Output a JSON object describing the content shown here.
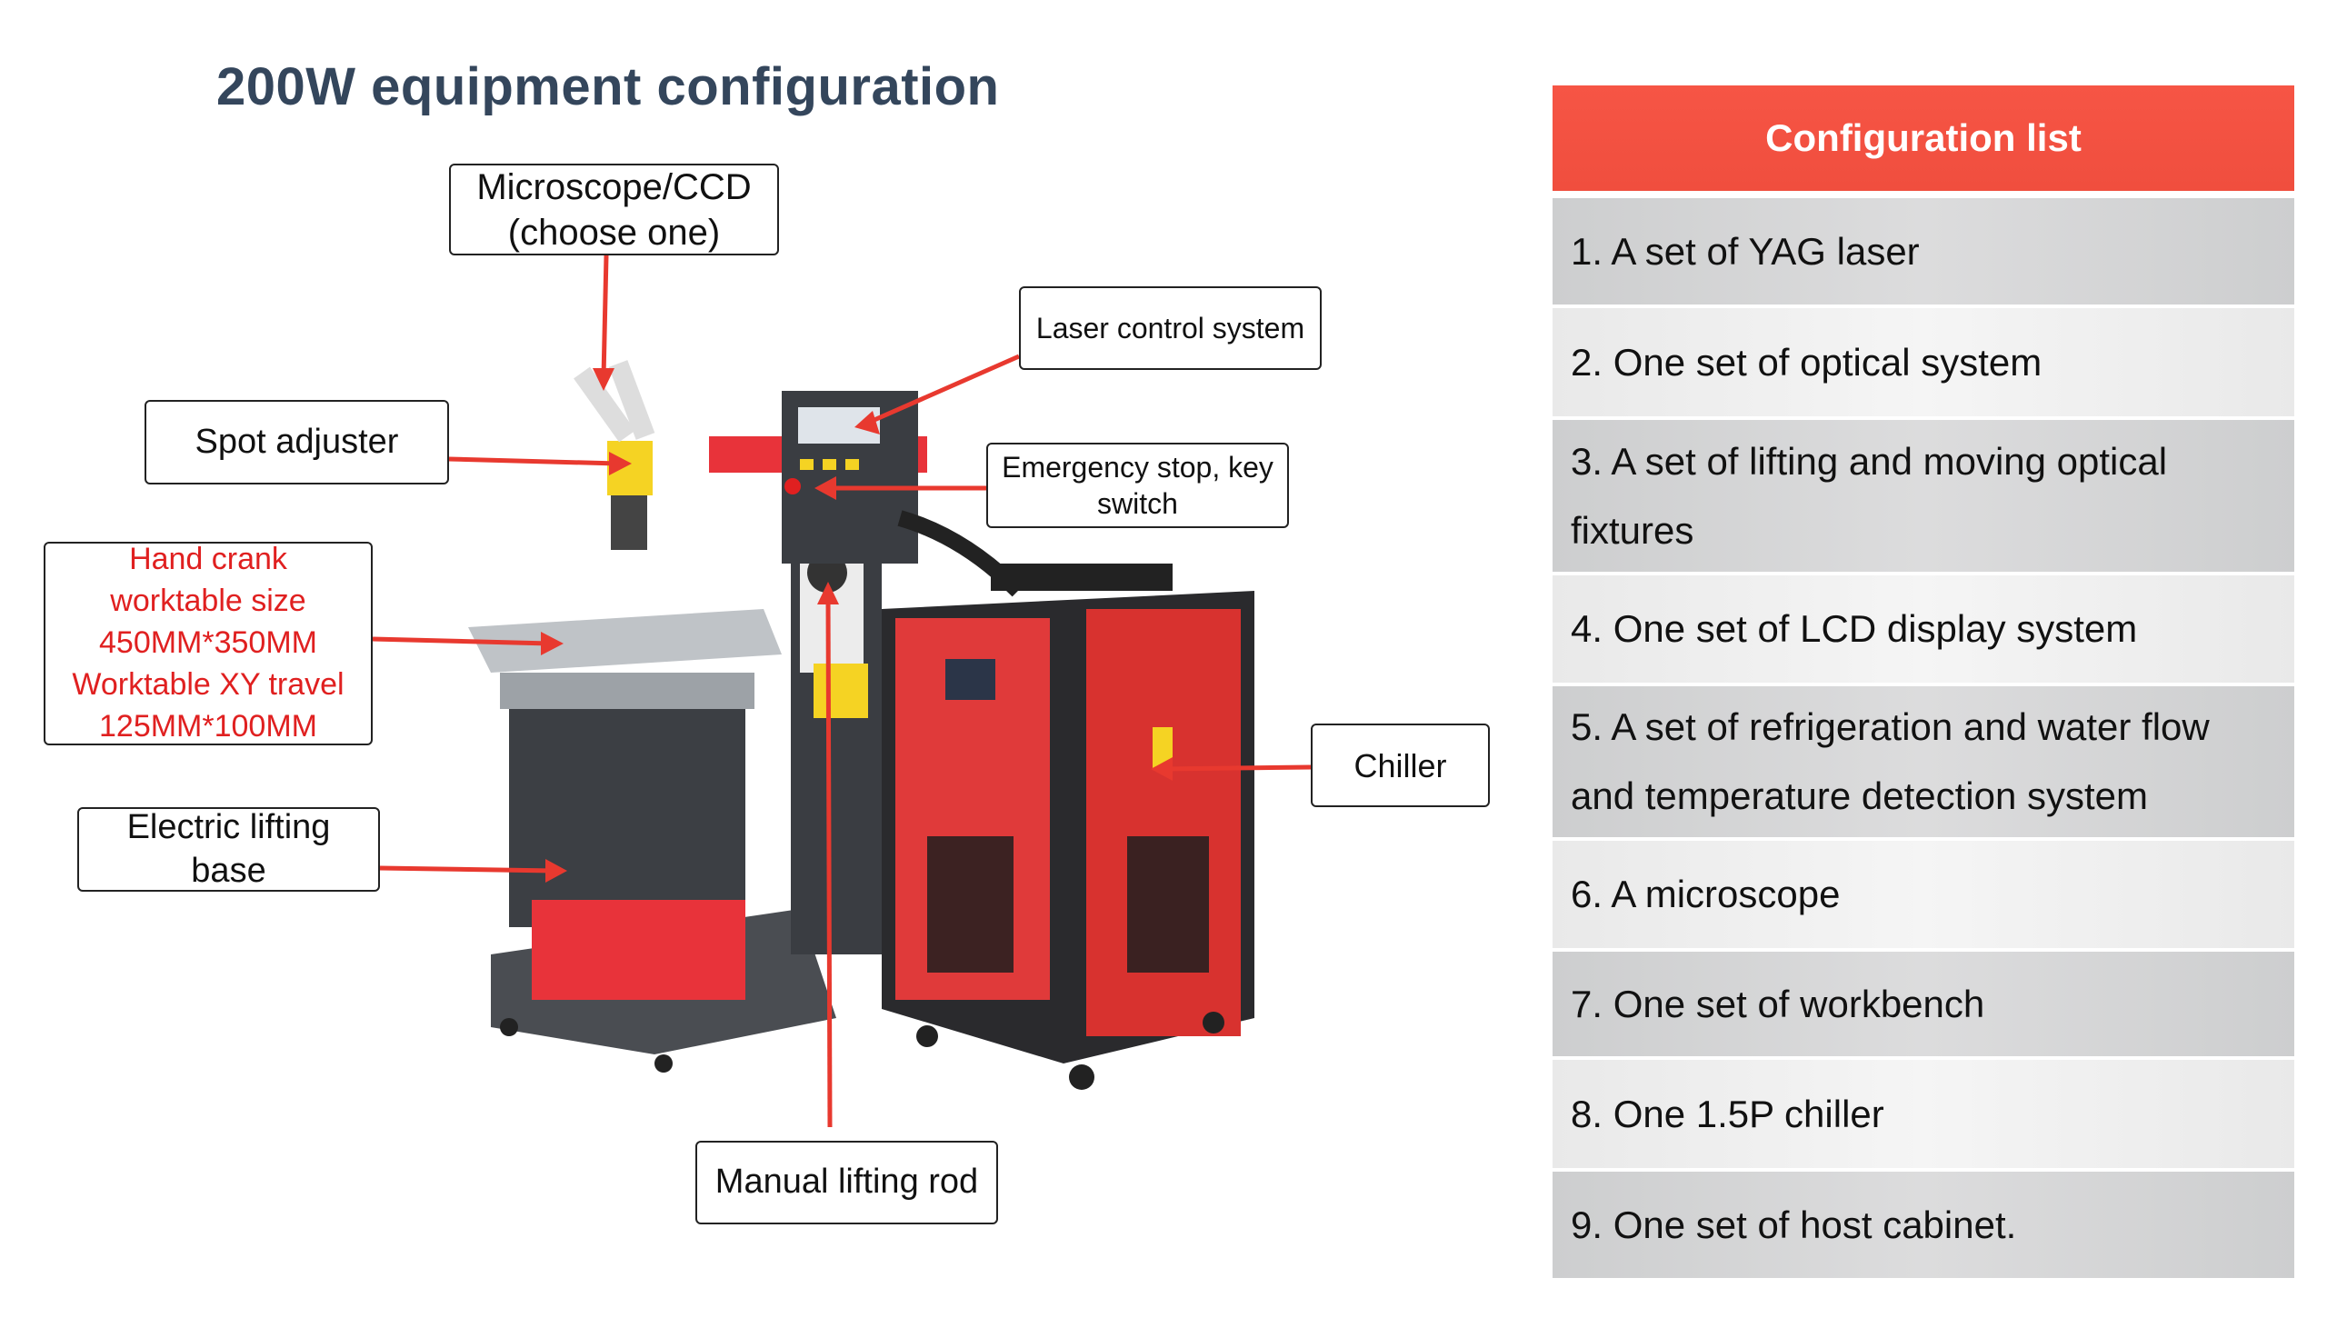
{
  "title": "200W equipment configuration",
  "callouts": {
    "microscope": "Microscope/CCD (choose one)",
    "laser_control": "Laser control system",
    "spot_adjuster": "Spot adjuster",
    "emergency": "Emergency stop, key switch",
    "hand_crank_1": "Hand crank",
    "hand_crank_2": "worktable size",
    "hand_crank_3": "450MM*350MM",
    "hand_crank_4": "Worktable XY travel",
    "hand_crank_5": "125MM*100MM",
    "electric_base": "Electric lifting base",
    "chiller": "Chiller",
    "manual_rod": "Manual lifting rod"
  },
  "config_list": {
    "header": "Configuration list",
    "items": [
      "1. A set of YAG laser",
      "2. One set of optical system",
      "3. A set of lifting and moving optical fixtures",
      "4. One set of LCD display system",
      "5. A set of refrigeration and water flow and temperature detection system",
      "6. A microscope",
      "7. One set of workbench",
      "8. One 1.5P chiller",
      "9. One set of host cabinet."
    ]
  },
  "colors": {
    "accent": "#f04e3e",
    "arrow": "#e8392f",
    "title": "#34465c"
  }
}
